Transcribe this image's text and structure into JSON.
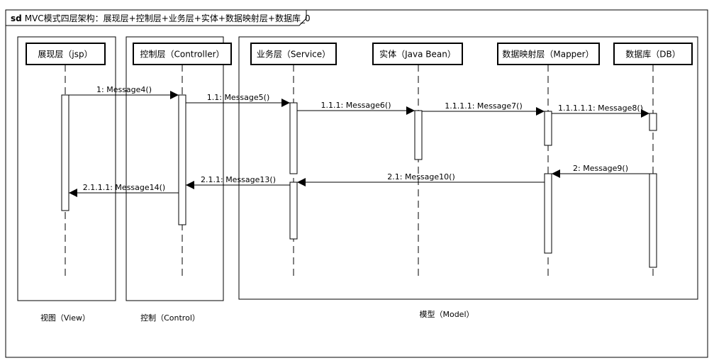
{
  "frame": {
    "keyword": "sd",
    "title": "MVC模式四层架构：展现层+控制层+业务层+实体+数据映射层+数据库_0"
  },
  "groups": [
    {
      "id": "view",
      "label": "视图（View）"
    },
    {
      "id": "control",
      "label": "控制（Control）"
    },
    {
      "id": "model",
      "label": "模型（Model）"
    }
  ],
  "lifelines": [
    {
      "id": "jsp",
      "label": "展现层（jsp）"
    },
    {
      "id": "controller",
      "label": "控制层（Controller）"
    },
    {
      "id": "service",
      "label": "业务层（Service）"
    },
    {
      "id": "bean",
      "label": "实体（Java Bean）"
    },
    {
      "id": "mapper",
      "label": "数据映射层（Mapper）"
    },
    {
      "id": "db",
      "label": "数据库（DB）"
    }
  ],
  "messages": [
    {
      "id": "m4",
      "label": "1: Message4()",
      "from": "jsp",
      "to": "controller"
    },
    {
      "id": "m5",
      "label": "1.1: Message5()",
      "from": "controller",
      "to": "service"
    },
    {
      "id": "m6",
      "label": "1.1.1: Message6()",
      "from": "service",
      "to": "bean"
    },
    {
      "id": "m7",
      "label": "1.1.1.1: Message7()",
      "from": "bean",
      "to": "mapper"
    },
    {
      "id": "m8",
      "label": "1.1.1.1.1: Message8()",
      "from": "mapper",
      "to": "db"
    },
    {
      "id": "m9",
      "label": "2: Message9()",
      "from": "db",
      "to": "mapper"
    },
    {
      "id": "m10",
      "label": "2.1: Message10()",
      "from": "mapper",
      "to": "service"
    },
    {
      "id": "m13",
      "label": "2.1.1: Message13()",
      "from": "service",
      "to": "controller"
    },
    {
      "id": "m14",
      "label": "2.1.1.1: Message14()",
      "from": "controller",
      "to": "jsp"
    }
  ]
}
